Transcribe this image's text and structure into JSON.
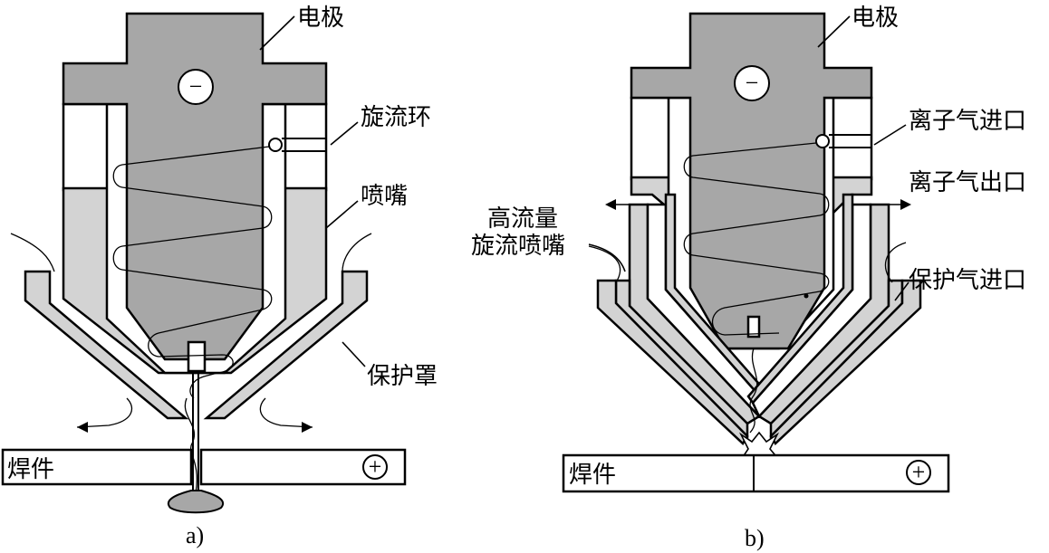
{
  "diagram_a": {
    "labels": {
      "electrode": "电极",
      "swirl_ring": "旋流环",
      "nozzle": "喷嘴",
      "shield": "保护罩",
      "workpiece": "焊件"
    },
    "caption": "a)",
    "electrode_polarity": "−",
    "workpiece_polarity": "+"
  },
  "diagram_b": {
    "labels": {
      "electrode": "电极",
      "ion_gas_inlet": "离子气进口",
      "ion_gas_outlet": "离子气出口",
      "high_flow_swirl_nozzle_line1": "高流量",
      "high_flow_swirl_nozzle_line2": "旋流喷嘴",
      "shield_gas_inlet": "保护气进口",
      "workpiece": "焊件"
    },
    "caption": "b)",
    "electrode_polarity": "−",
    "workpiece_polarity": "+"
  },
  "colors": {
    "electrode_fill": "#a7a7a7",
    "nozzle_fill": "#d3d3d3",
    "line": "#000000",
    "background": "#ffffff"
  }
}
